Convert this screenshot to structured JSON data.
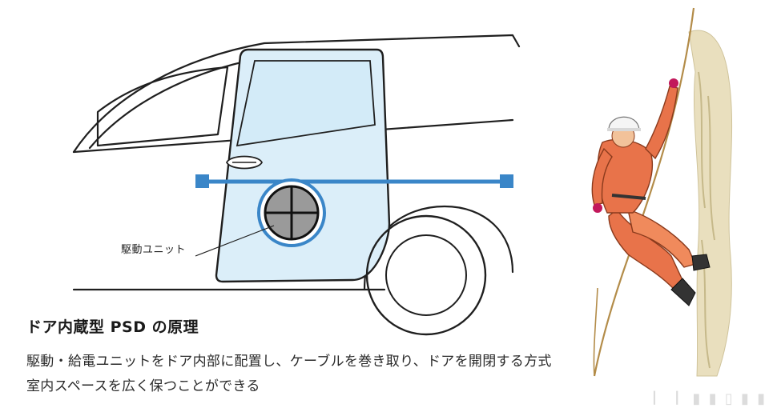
{
  "diagram": {
    "callout_label": "駆動ユニット",
    "title": "ドア内蔵型 PSD の原理",
    "description_lines": [
      "駆動・給電ユニットをドア内部に配置し、ケーブルを巻き取り、ドアを開閉する方式",
      "室内スペースを広く保つことができる"
    ]
  },
  "colors": {
    "door_fill": "#dbeef9",
    "cable_blue": "#3a86c8",
    "outline": "#1f1f1f",
    "worker_suit": "#e8734a"
  },
  "watermark_text": "丨 丨 ▮ ▮ ▯ ▮ ▮"
}
